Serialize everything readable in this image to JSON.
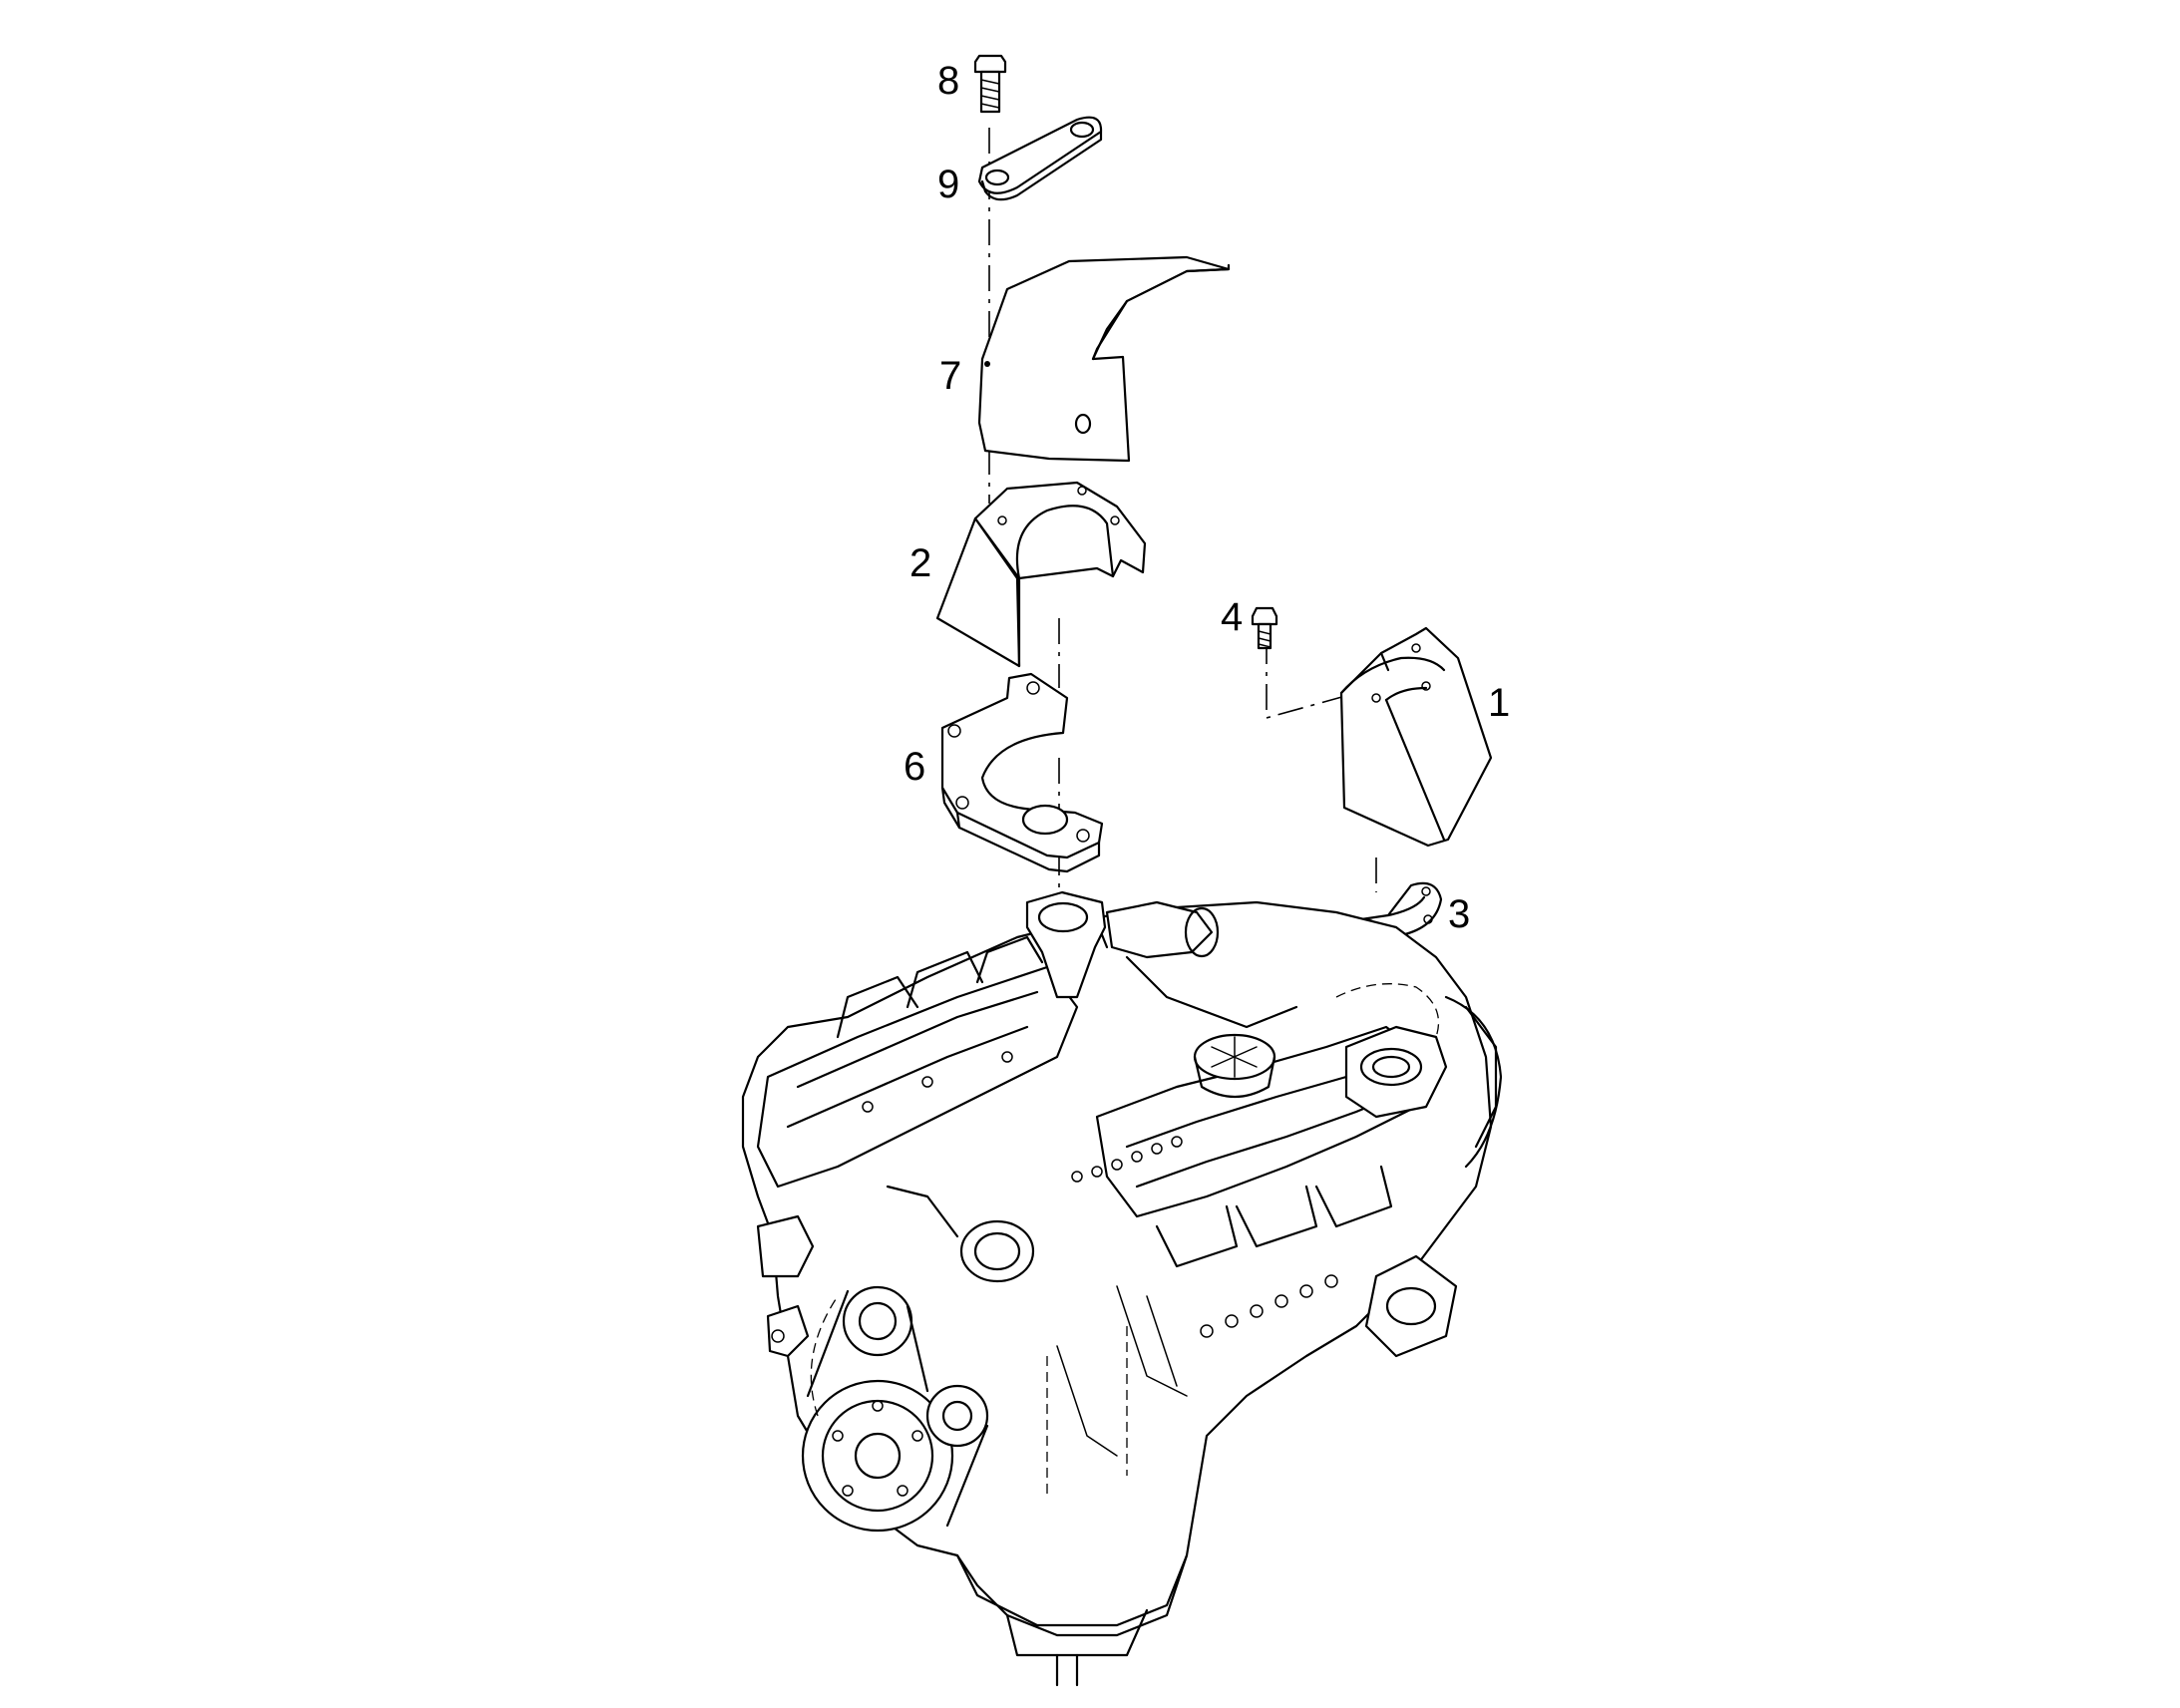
{
  "diagram": {
    "callouts": [
      {
        "id": "1",
        "label": "1"
      },
      {
        "id": "2",
        "label": "2"
      },
      {
        "id": "3",
        "label": "3"
      },
      {
        "id": "4",
        "label": "4"
      },
      {
        "id": "6",
        "label": "6"
      },
      {
        "id": "7",
        "label": "7"
      },
      {
        "id": "8",
        "label": "8"
      },
      {
        "id": "9",
        "label": "9"
      }
    ]
  }
}
